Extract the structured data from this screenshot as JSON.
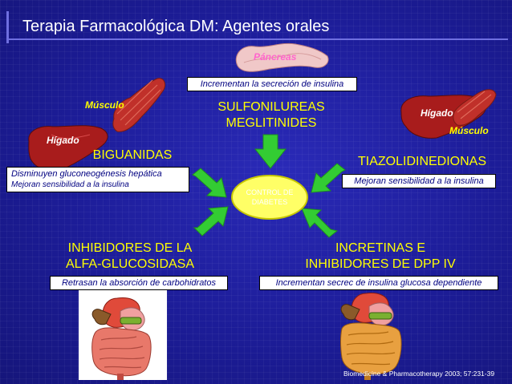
{
  "title": "Terapia Farmacológica DM: Agentes orales",
  "center": "CONTROL DE DIABETES",
  "top": {
    "organ": "Páncreas",
    "box": "Incrementan la secreción de insulina",
    "heading_line1": "SULFONILUREAS",
    "heading_line2": "MEGLITINIDES"
  },
  "left": {
    "organ_muscle": "Músculo",
    "organ_liver": "Hígado",
    "heading": "BIGUANIDAS",
    "box_line1": "Disminuyen gluconeogénesis hepática",
    "box_line2": "Mejoran sensibilidad a la insulina"
  },
  "right": {
    "organ_liver": "Hígado",
    "organ_muscle": "Músculo",
    "heading": "TIAZOLIDINEDIONAS",
    "box": "Mejoran sensibilidad a la insulina"
  },
  "bottom_left": {
    "heading_line1": "INHIBIDORES DE LA",
    "heading_line2": "ALFA-GLUCOSIDASA",
    "box": "Retrasan la absorción de carbohidratos"
  },
  "bottom_right": {
    "heading_line1": "INCRETINAS E",
    "heading_line2": "INHIBIDORES DE DPP IV",
    "box": "Incrementan secrec de insulina glucosa dependiente"
  },
  "source": "Biomedicine & Pharmacotherapy 2003; 57:231-39",
  "colors": {
    "background": "#1c1c97",
    "heading": "#ffff00",
    "arrow": "#33cc33",
    "center_oval": "#ffff66"
  }
}
